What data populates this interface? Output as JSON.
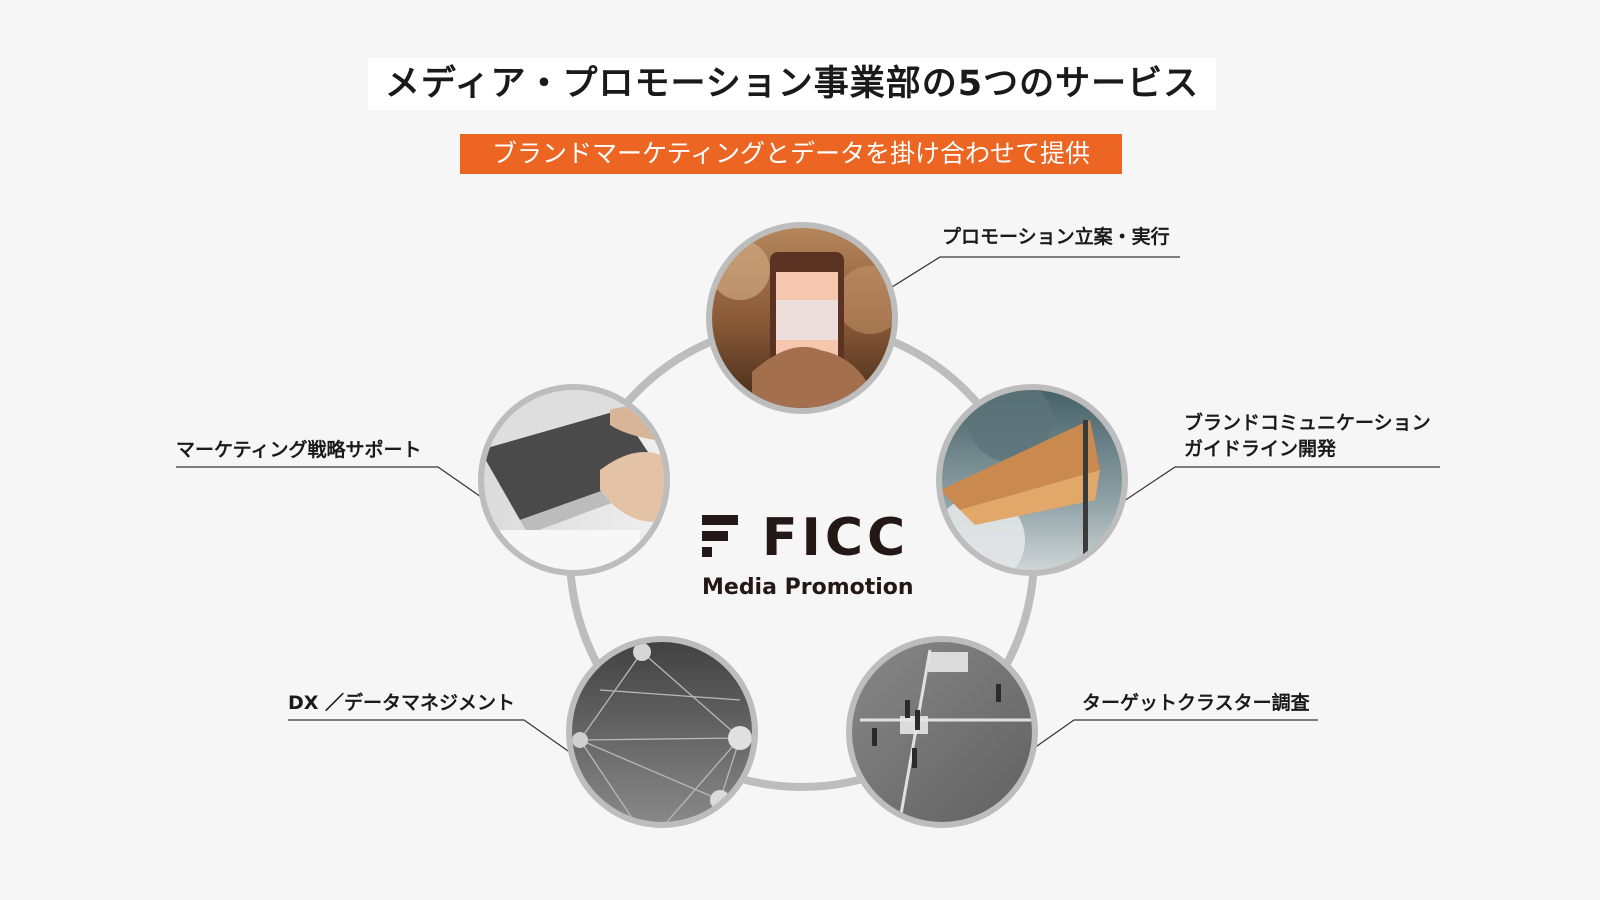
{
  "title": "メディア・プロモーション事業部の5つのサービス",
  "subtitle": "ブランドマーケティングとデータを掛け合わせて提供",
  "logo": {
    "wordmark": "FICC",
    "subtitle": "Media Promotion",
    "icon": "ficc-logo-icon"
  },
  "services": [
    {
      "label": "プロモーション立案・実行",
      "image": "smartphone-concert-photo"
    },
    {
      "label_line1": "ブランドコミュニケーション",
      "label_line2": "ガイドライン開発",
      "image": "flag-sky-photo"
    },
    {
      "label": "ターゲットクラスター調査",
      "image": "people-street-photo"
    },
    {
      "label": "DX ／データマネジメント",
      "image": "network-spheres-photo"
    },
    {
      "label": "マーケティング戦略サポート",
      "image": "laptop-meeting-photo"
    }
  ],
  "colors": {
    "accent": "#ec6522",
    "ring": "#bdbdbd",
    "background": "#f6f6f6",
    "text": "#1a1a1a"
  }
}
